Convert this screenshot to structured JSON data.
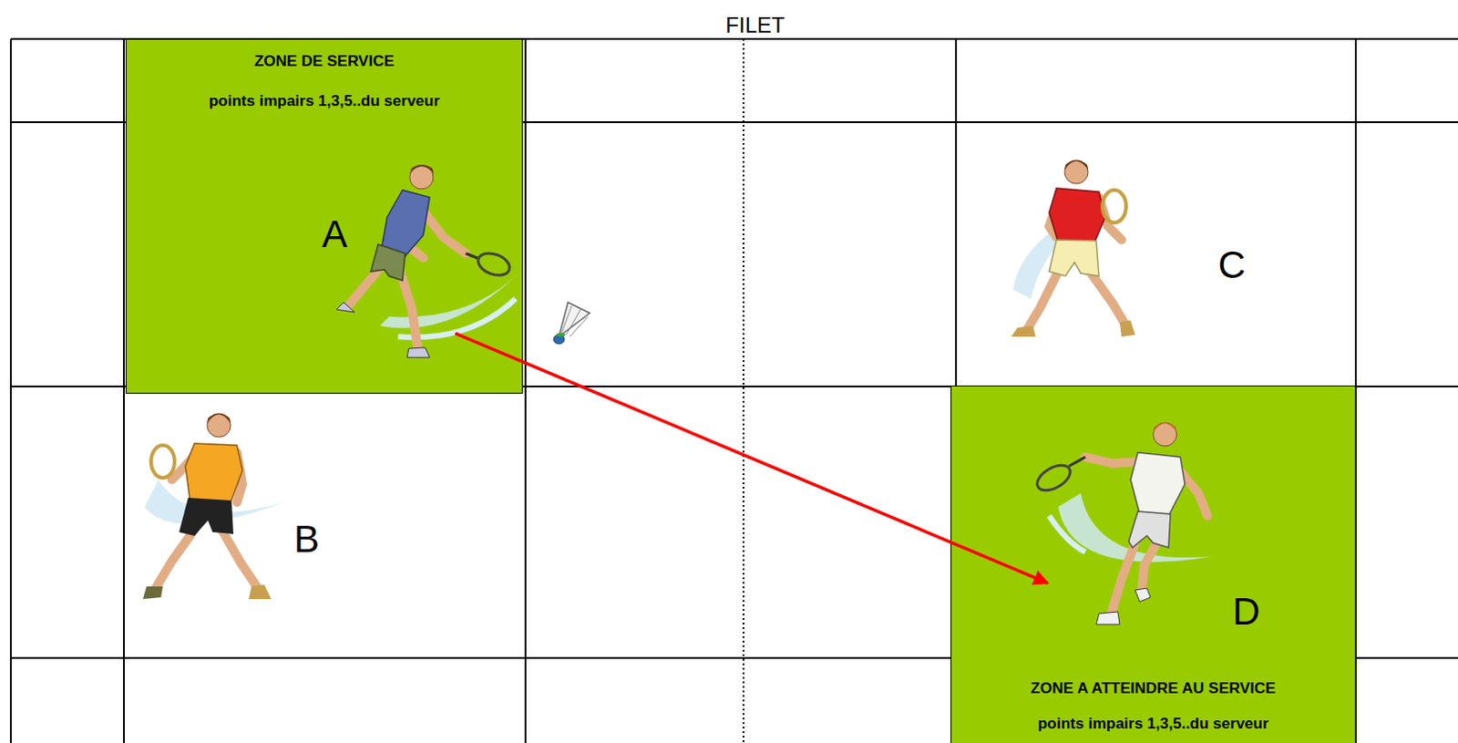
{
  "diagram": {
    "nodes": [
      {
        "text": [
          "ZONE DE SERVICE",
          "points impairs 1,3,5..du serveur"
        ]
      },
      {
        "text": [
          "ZONE A ATTEINDRE AU SERVICE",
          "points impairs 1,3,5..du serveur"
        ]
      }
    ],
    "edges": [
      {
        "from": 0,
        "to": 1,
        "arrow": "to"
      }
    ],
    "labels": [
      "FILET",
      "A",
      "B",
      "C",
      "D"
    ]
  }
}
